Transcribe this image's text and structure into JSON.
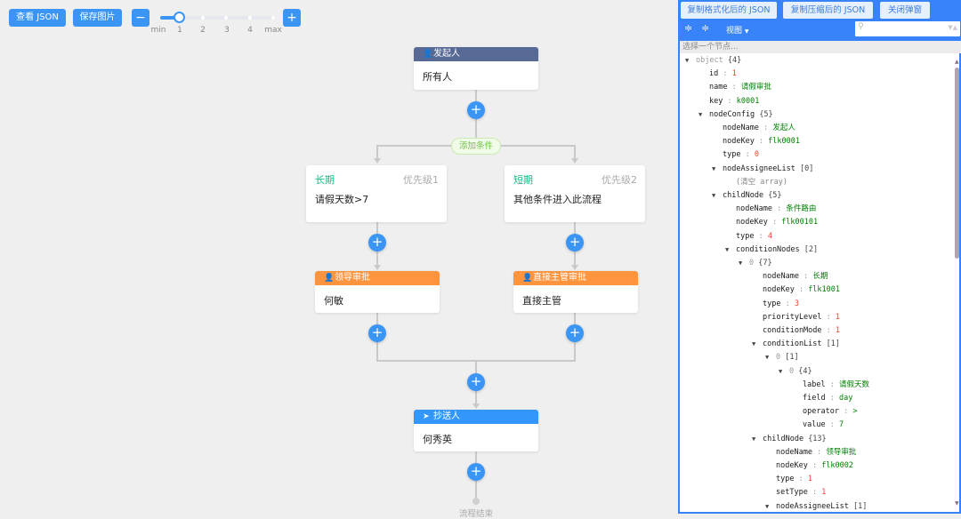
{
  "toolbar": {
    "view_json": "查看 JSON",
    "save_image": "保存图片",
    "zoom_out": "−",
    "zoom_in": "+",
    "zoom_level": 1,
    "zoom_ticks": [
      "min",
      "1",
      "2",
      "3",
      "4",
      "max"
    ]
  },
  "colors": {
    "primary": "#3a95f5",
    "start": "#576a95",
    "approver": "#ff943e",
    "cc": "#3296fa",
    "condition_title": "#15bc83"
  },
  "flow": {
    "start": {
      "title": "发起人",
      "content": "所有人",
      "icon": "user-icon"
    },
    "add_condition": "添加条件",
    "conditions": [
      {
        "title": "长期",
        "priority": "优先级1",
        "content": "请假天数>7"
      },
      {
        "title": "短期",
        "priority": "优先级2",
        "content": "其他条件进入此流程"
      }
    ],
    "approvers": [
      {
        "title": "领导审批",
        "content": "何敏",
        "icon": "user-icon"
      },
      {
        "title": "直接主管审批",
        "content": "直接主管",
        "icon": "user-icon"
      }
    ],
    "cc": {
      "title": "抄送人",
      "content": "何秀英",
      "icon": "send-icon"
    },
    "end": "流程结束"
  },
  "panel": {
    "copy_formatted": "复制格式化后的 JSON",
    "copy_compressed": "复制压缩后的 JSON",
    "close": "关闭弹窗",
    "view_menu": "视图",
    "breadcrumb_placeholder": "选择一个节点...",
    "tree": [
      {
        "d": 0,
        "e": true,
        "k": "object",
        "v": "{4}",
        "kt": "ki"
      },
      {
        "d": 1,
        "k": "id",
        "v": "1",
        "t": "n"
      },
      {
        "d": 1,
        "k": "name",
        "v": "请假审批",
        "t": "s"
      },
      {
        "d": 1,
        "k": "key",
        "v": "k0001",
        "t": "s"
      },
      {
        "d": 1,
        "e": true,
        "k": "nodeConfig",
        "v": "{5}"
      },
      {
        "d": 2,
        "k": "nodeName",
        "v": "发起人",
        "t": "s"
      },
      {
        "d": 2,
        "k": "nodeKey",
        "v": "flk0001",
        "t": "s"
      },
      {
        "d": 2,
        "k": "type",
        "v": "0",
        "t": "n"
      },
      {
        "d": 2,
        "e": true,
        "k": "nodeAssigneeList",
        "v": "[0]"
      },
      {
        "d": 3,
        "k": "",
        "v": "(清空 array)",
        "t": "null"
      },
      {
        "d": 2,
        "e": true,
        "k": "childNode",
        "v": "{5}"
      },
      {
        "d": 3,
        "k": "nodeName",
        "v": "条件路由",
        "t": "s"
      },
      {
        "d": 3,
        "k": "nodeKey",
        "v": "flk00101",
        "t": "s"
      },
      {
        "d": 3,
        "k": "type",
        "v": "4",
        "t": "n"
      },
      {
        "d": 3,
        "e": true,
        "k": "conditionNodes",
        "v": "[2]"
      },
      {
        "d": 4,
        "e": true,
        "k": "0",
        "v": "{7}",
        "kt": "ki"
      },
      {
        "d": 5,
        "k": "nodeName",
        "v": "长期",
        "t": "s"
      },
      {
        "d": 5,
        "k": "nodeKey",
        "v": "flk1001",
        "t": "s"
      },
      {
        "d": 5,
        "k": "type",
        "v": "3",
        "t": "n"
      },
      {
        "d": 5,
        "k": "priorityLevel",
        "v": "1",
        "t": "n"
      },
      {
        "d": 5,
        "k": "conditionMode",
        "v": "1",
        "t": "n"
      },
      {
        "d": 5,
        "e": true,
        "k": "conditionList",
        "v": "[1]"
      },
      {
        "d": 6,
        "e": true,
        "k": "0",
        "v": "[1]",
        "kt": "ki"
      },
      {
        "d": 7,
        "e": true,
        "k": "0",
        "v": "{4}",
        "kt": "ki"
      },
      {
        "d": 8,
        "k": "label",
        "v": "请假天数",
        "t": "s"
      },
      {
        "d": 8,
        "k": "field",
        "v": "day",
        "t": "s"
      },
      {
        "d": 8,
        "k": "operator",
        "v": ">",
        "t": "s"
      },
      {
        "d": 8,
        "k": "value",
        "v": "7",
        "t": "s"
      },
      {
        "d": 5,
        "e": true,
        "k": "childNode",
        "v": "{13}"
      },
      {
        "d": 6,
        "k": "nodeName",
        "v": "领导审批",
        "t": "s"
      },
      {
        "d": 6,
        "k": "nodeKey",
        "v": "flk0002",
        "t": "s"
      },
      {
        "d": 6,
        "k": "type",
        "v": "1",
        "t": "n"
      },
      {
        "d": 6,
        "k": "setType",
        "v": "1",
        "t": "n"
      },
      {
        "d": 6,
        "e": true,
        "k": "nodeAssigneeList",
        "v": "[1]"
      }
    ]
  }
}
